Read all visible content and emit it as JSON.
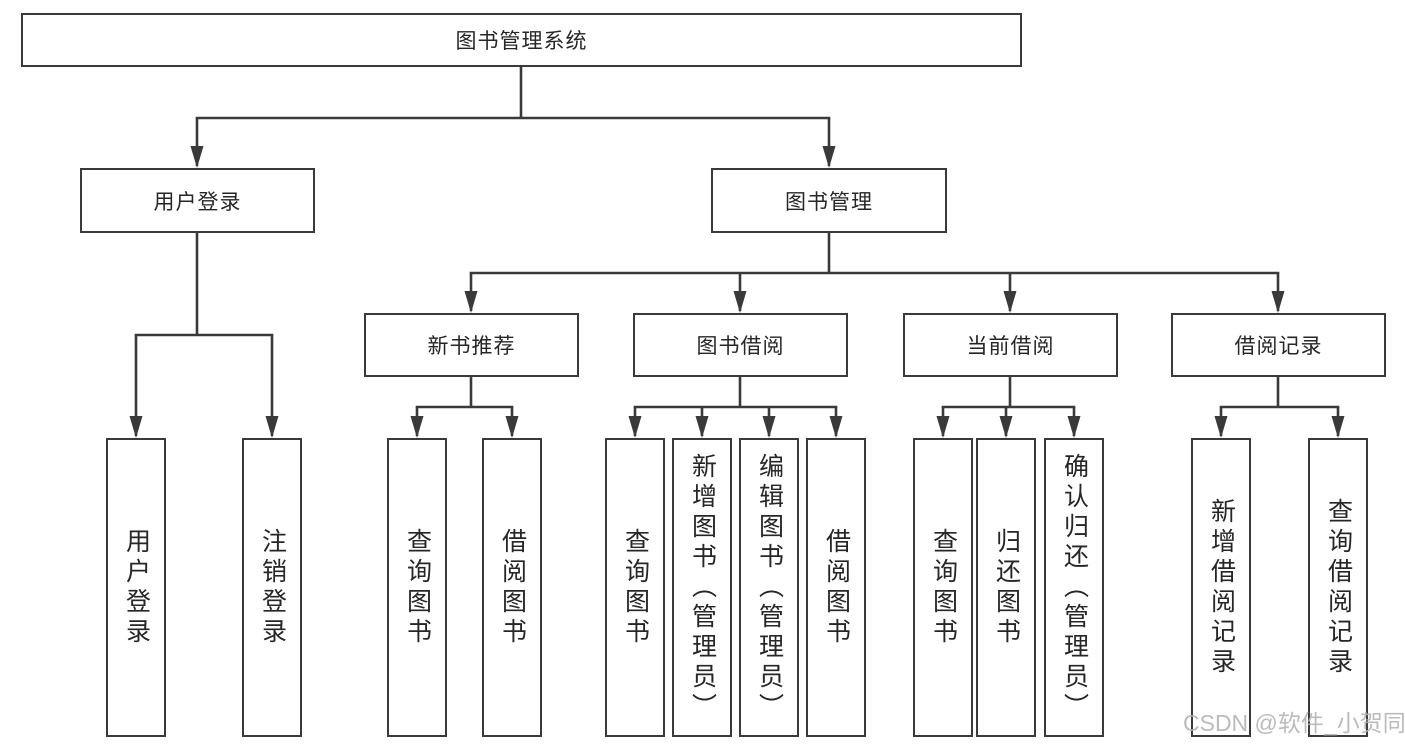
{
  "title": "图书管理系统",
  "branches": {
    "user_login": {
      "label": "用户登录",
      "children": [
        "用户登录",
        "注销登录"
      ]
    },
    "book_mgmt": {
      "label": "图书管理",
      "children": [
        {
          "label": "新书推荐",
          "children": [
            "查询图书",
            "借阅图书"
          ]
        },
        {
          "label": "图书借阅",
          "children": [
            "查询图书",
            "新增图书（管理员）",
            "编辑图书（管理员）",
            "借阅图书"
          ]
        },
        {
          "label": "当前借阅",
          "children": [
            "查询图书",
            "归还图书",
            "确认归还（管理员）"
          ]
        },
        {
          "label": "借阅记录",
          "children": [
            "新增借阅记录",
            "查询借阅记录"
          ]
        }
      ]
    }
  },
  "watermark": "CSDN @软件_小贺同学",
  "colors": {
    "line": "#3a3a3a",
    "box_border": "#3a3a3a",
    "text": "#262626",
    "watermark": "#b2b2b2",
    "background": "#ffffff"
  }
}
